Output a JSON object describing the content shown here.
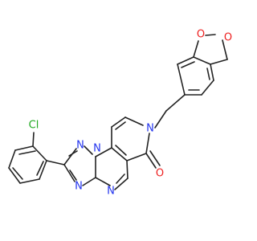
{
  "colors": {
    "bond": "#222222",
    "oxygen": "#ee2222",
    "nitrogen": "#2233ee",
    "chlorine": "#22aa22",
    "background": "#ffffff"
  },
  "atoms": {
    "o_ring_top": "O",
    "o_ring_bottom": "O",
    "n_pyridinone": "N",
    "o_carbonyl": "O",
    "n_triazole_n1": "N",
    "n_triazole_n2": "N",
    "n_triazole_n4": "N",
    "n_pyrimidine": "N",
    "cl_substituent": "Cl"
  }
}
